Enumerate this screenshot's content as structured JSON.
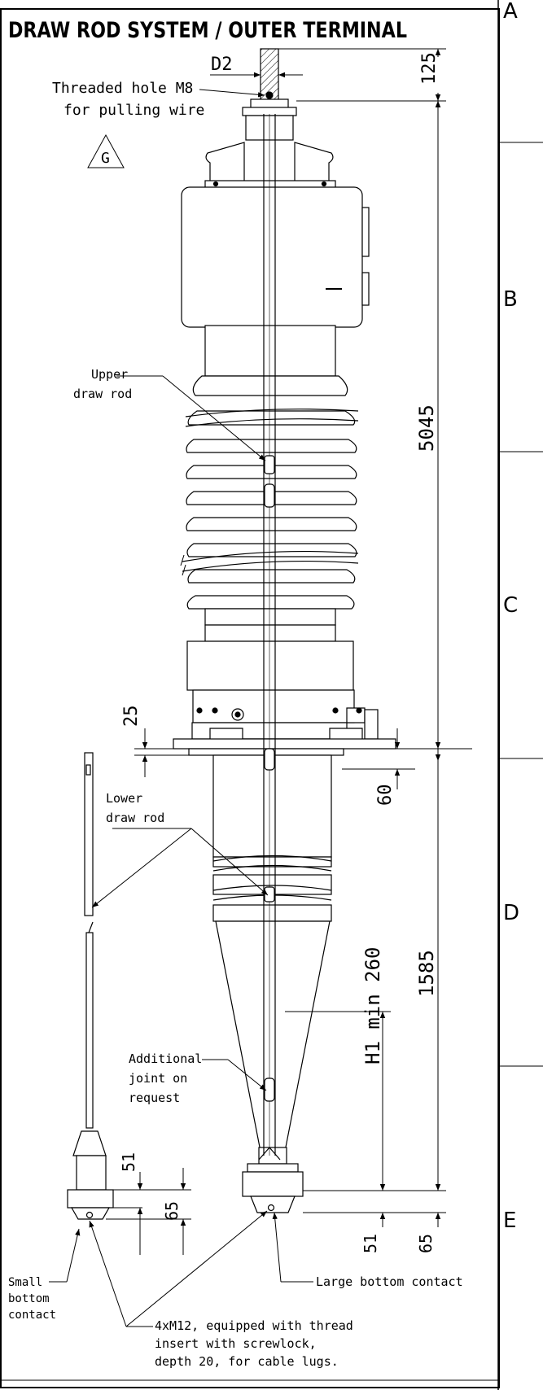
{
  "title": "DRAW ROD SYSTEM / OUTER TERMINAL",
  "zones": [
    "A",
    "B",
    "C",
    "D",
    "E"
  ],
  "labels": {
    "d2": "D2",
    "threaded_hole_1": "Threaded hole M8",
    "threaded_hole_2": "for pulling wire",
    "marker_g": "G",
    "upper_rod_1": "Upper",
    "upper_rod_2": "draw rod",
    "lower_rod_1": "Lower",
    "lower_rod_2": "draw rod",
    "additional_1": "Additional",
    "additional_2": "joint on",
    "additional_3": "request",
    "small_contact_1": "Small",
    "small_contact_2": "bottom",
    "small_contact_3": "contact",
    "large_contact": "Large bottom contact",
    "bolt_note_1": "4xM12, equipped with thread",
    "bolt_note_2": "insert with screwlock,",
    "bolt_note_3": "depth 20, for cable lugs."
  },
  "dimensions": {
    "d125": "125",
    "d5045": "5045",
    "d25": "25",
    "d60": "60",
    "d1585": "1585",
    "dh1": "H1 min 260",
    "d51_left": "51",
    "d65_left": "65",
    "d51_right": "51",
    "d65_right": "65"
  }
}
